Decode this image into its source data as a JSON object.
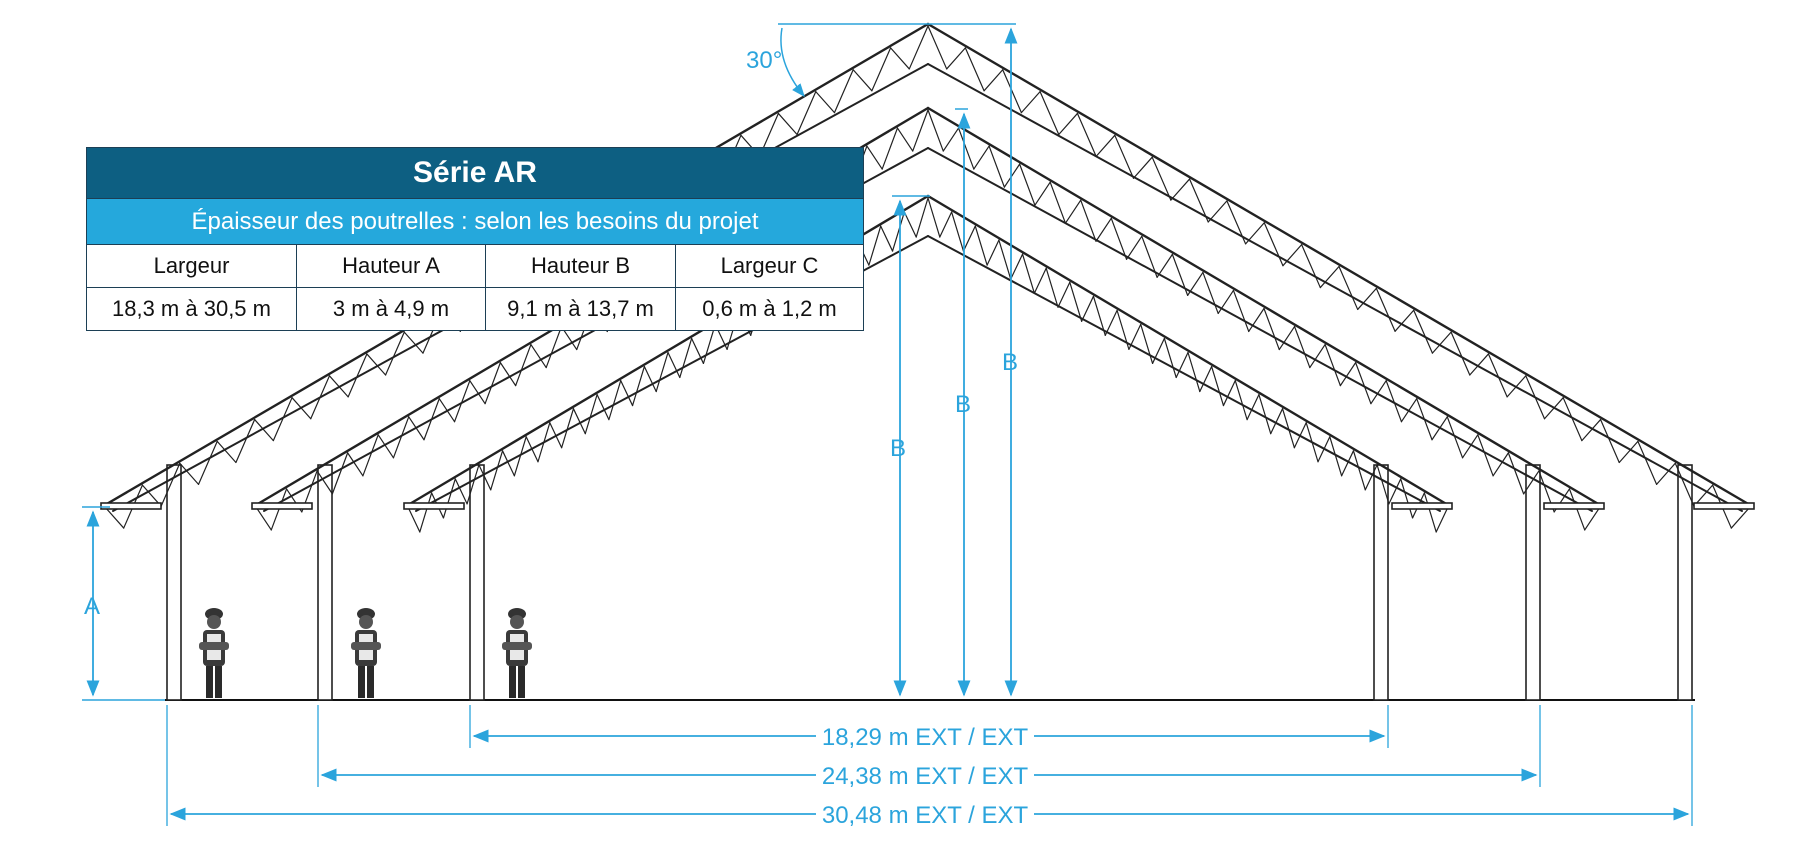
{
  "table": {
    "title": "Série AR",
    "subtitle": "Épaisseur des poutrelles : selon les besoins du projet",
    "headers": [
      "Largeur",
      "Hauteur A",
      "Hauteur B",
      "Largeur C"
    ],
    "values": [
      "18,3 m à 30,5 m",
      "3 m à 4,9 m",
      "9,1 m à 13,7 m",
      "0,6 m à 1,2 m"
    ]
  },
  "diagram": {
    "angle_label": "30°",
    "height_a_label": "A",
    "height_b_label": "B",
    "widths": [
      "18,29 m EXT / EXT",
      "24,38 m EXT / EXT",
      "30,48 m EXT / EXT"
    ]
  },
  "colors": {
    "dimension": "#2ba4dc",
    "title_bg": "#0d5f82",
    "subtitle_bg": "#25a8dc",
    "steel": "#222222"
  }
}
